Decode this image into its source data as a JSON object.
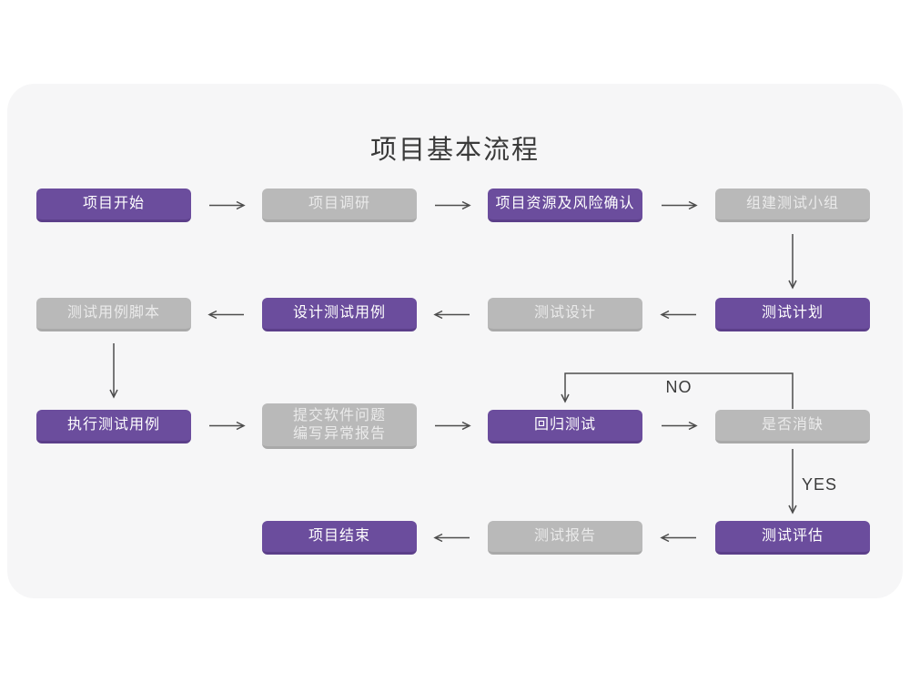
{
  "title": "项目基本流程",
  "labels": {
    "no": "NO",
    "yes": "YES"
  },
  "colors": {
    "purple": "#6b4d9d",
    "purple_dark": "#5c3f8a",
    "gray": "#b9b9b9",
    "gray_dark": "#a9a9a9",
    "card_bg": "#f6f6f7",
    "arrow": "#4d4d4d"
  },
  "nodes": [
    {
      "label": "项目开始",
      "type": "purple"
    },
    {
      "label": "项目调研",
      "type": "gray"
    },
    {
      "label": "项目资源及风险确认",
      "type": "purple"
    },
    {
      "label": "组建测试小组",
      "type": "gray"
    },
    {
      "label": "测试计划",
      "type": "purple"
    },
    {
      "label": "测试设计",
      "type": "gray"
    },
    {
      "label": "设计测试用例",
      "type": "purple"
    },
    {
      "label": "测试用例脚本",
      "type": "gray"
    },
    {
      "label": "执行测试用例",
      "type": "purple"
    },
    {
      "label": "提交软件问题\n编写异常报告",
      "type": "gray"
    },
    {
      "label": "回归测试",
      "type": "purple"
    },
    {
      "label": "是否消缺",
      "type": "gray"
    },
    {
      "label": "测试评估",
      "type": "purple"
    },
    {
      "label": "测试报告",
      "type": "gray"
    },
    {
      "label": "项目结束",
      "type": "purple"
    }
  ]
}
